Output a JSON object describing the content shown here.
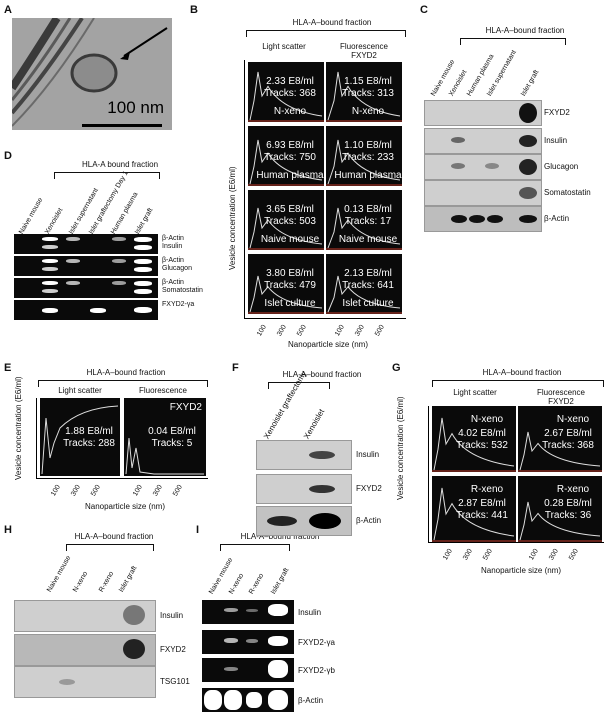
{
  "panels": {
    "A": {
      "label": "A",
      "scale": "100 nm"
    },
    "B": {
      "label": "B",
      "header": "HLA-A–bound fraction",
      "col1": "Light scatter",
      "col2a": "Fluorescence",
      "col2b": "FXYD2",
      "ylabel": "Vesicle concentration (E6/ml)",
      "xlabel": "Nanoparticle size (nm)",
      "ticks": [
        "100",
        "300",
        "500"
      ],
      "cells": [
        {
          "c": "2.33 E8/ml",
          "t": "Tracks: 368",
          "n": "N-xeno"
        },
        {
          "c": "1.15 E8/ml",
          "t": "Tracks: 313",
          "n": "N-xeno"
        },
        {
          "c": "6.93 E8/ml",
          "t": "Tracks: 750",
          "n": "Human plasma"
        },
        {
          "c": "1.10 E8/ml",
          "t": "Tracks: 233",
          "n": "Human plasma"
        },
        {
          "c": "3.65 E8/ml",
          "t": "Tracks: 503",
          "n": "Naive mouse"
        },
        {
          "c": "0.13 E8/ml",
          "t": "Tracks: 17",
          "n": "Naive mouse"
        },
        {
          "c": "3.80 E8/ml",
          "t": "Tracks: 479",
          "n": "Islet culture"
        },
        {
          "c": "2.13 E8/ml",
          "t": "Tracks: 641",
          "n": "Islet culture"
        }
      ]
    },
    "C": {
      "label": "C",
      "header": "HLA-A–bound fraction",
      "lanes": [
        "Naive mouse",
        "Xenoislet",
        "Human plasma",
        "Islet supernatant",
        "Islet graft"
      ],
      "rows": [
        "FXYD2",
        "Insulin",
        "Glucagon",
        "Somatostatin",
        "β-Actin"
      ]
    },
    "D": {
      "label": "D",
      "header": "HLA-A bound fraction",
      "lanes": [
        "Naive mouse",
        "Xenoislet",
        "Islet supernatant",
        "Islet graftectomy Day 1",
        "Human plasma",
        "Islet graft"
      ],
      "rows": [
        [
          "β-Actin",
          "Insulin"
        ],
        [
          "β-Actin",
          "Glucagon"
        ],
        [
          "β-Actin",
          "Somatostatin"
        ],
        [
          "FXYD2-γa",
          ""
        ]
      ]
    },
    "E": {
      "label": "E",
      "header": "HLA-A–bound fraction",
      "col1": "Light scatter",
      "col2": "Fluorescence",
      "tag": "FXYD2",
      "ylabel": "Vesicle concentration (E6/ml)",
      "xlabel": "Nanoparticle size (nm)",
      "ticks": [
        "100",
        "300",
        "500"
      ],
      "cells": [
        {
          "c": "1.88 E8/ml",
          "t": "Tracks: 288"
        },
        {
          "c": "0.04 E8/ml",
          "t": "Tracks: 5"
        }
      ]
    },
    "F": {
      "label": "F",
      "header": "HLA-A–bound fraction",
      "lanes": [
        "Xenoislet graftectomy",
        "Xenoislet"
      ],
      "rows": [
        "Insulin",
        "FXYD2",
        "β-Actin"
      ]
    },
    "G": {
      "label": "G",
      "header": "HLA-A–bound fraction",
      "col1": "Light scatter",
      "col2a": "Fluorescence",
      "col2b": "FXYD2",
      "ylabel": "Vesicle concentration (E6/ml)",
      "xlabel": "Nanoparticle size (nm)",
      "ticks": [
        "100",
        "300",
        "500"
      ],
      "cells": [
        {
          "n": "N-xeno",
          "c": "4.02 E8/ml",
          "t": "Tracks: 532"
        },
        {
          "n": "N-xeno",
          "c": "2.67 E8/ml",
          "t": "Tracks: 368"
        },
        {
          "n": "R-xeno",
          "c": "2.87 E8/ml",
          "t": "Tracks: 441"
        },
        {
          "n": "R-xeno",
          "c": "0.28 E8/ml",
          "t": "Tracks: 36"
        }
      ]
    },
    "H": {
      "label": "H",
      "header": "HLA-A–bound fraction",
      "lanes": [
        "Naive mouse",
        "N-xeno",
        "R-xeno",
        "Islet graft"
      ],
      "rows": [
        "Insulin",
        "FXYD2",
        "TSG101"
      ]
    },
    "I": {
      "label": "I",
      "header": "HLA-A–bound fraction",
      "lanes": [
        "Naive mouse",
        "N-xeno",
        "R-xeno",
        "Islet graft"
      ],
      "rows": [
        "Insulin",
        "FXYD2-γa",
        "FXYD2-γb",
        "β-Actin"
      ]
    }
  }
}
